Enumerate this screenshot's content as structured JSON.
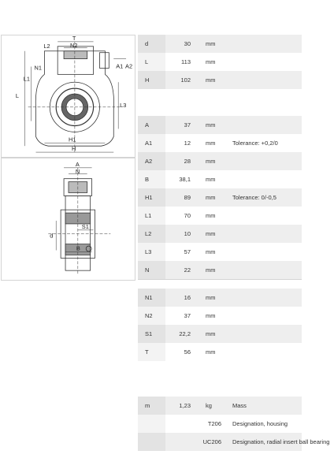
{
  "drawing_top": {
    "labels": {
      "T": "T",
      "N2": "N2",
      "L2": "L2",
      "N1": "N1",
      "L1": "L1",
      "L": "L",
      "A1": "A1",
      "A2": "A2",
      "L3": "L3",
      "H1": "H1",
      "H": "H"
    }
  },
  "drawing_bottom": {
    "labels": {
      "A": "A",
      "N": "N",
      "S1": "S1",
      "d": "d",
      "B": "B"
    }
  },
  "specs": [
    {
      "key": "d",
      "value": "30",
      "unit": "mm",
      "note": ""
    },
    {
      "key": "L",
      "value": "113",
      "unit": "mm",
      "note": ""
    },
    {
      "key": "H",
      "value": "102",
      "unit": "mm",
      "note": ""
    },
    {
      "key": "A",
      "value": "37",
      "unit": "mm",
      "note": ""
    },
    {
      "key": "A1",
      "value": "12",
      "unit": "mm",
      "note": "Tolerance: +0,2/0"
    },
    {
      "key": "A2",
      "value": "28",
      "unit": "mm",
      "note": ""
    },
    {
      "key": "B",
      "value": "38,1",
      "unit": "mm",
      "note": ""
    },
    {
      "key": "H1",
      "value": "89",
      "unit": "mm",
      "note": "Tolerance: 0/-0,5"
    },
    {
      "key": "L1",
      "value": "70",
      "unit": "mm",
      "note": ""
    },
    {
      "key": "L2",
      "value": "10",
      "unit": "mm",
      "note": ""
    },
    {
      "key": "L3",
      "value": "57",
      "unit": "mm",
      "note": ""
    },
    {
      "key": "N",
      "value": "22",
      "unit": "mm",
      "note": ""
    },
    {
      "key": "N1",
      "value": "16",
      "unit": "mm",
      "note": ""
    },
    {
      "key": "N2",
      "value": "37",
      "unit": "mm",
      "note": ""
    },
    {
      "key": "S1",
      "value": "22,2",
      "unit": "mm",
      "note": ""
    },
    {
      "key": "T",
      "value": "56",
      "unit": "mm",
      "note": ""
    },
    {
      "key": "m",
      "value": "1,23",
      "unit": "kg",
      "note": "Mass"
    },
    {
      "key": "",
      "value": "T206",
      "unit": "",
      "note": "Designation, housing"
    },
    {
      "key": "",
      "value": "UC206",
      "unit": "",
      "note": "Designation, radial insert ball bearing"
    }
  ]
}
